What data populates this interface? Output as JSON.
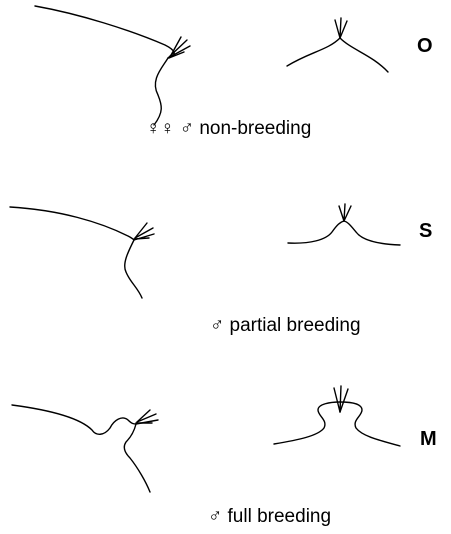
{
  "stages": [
    {
      "id": "O",
      "letter": "O",
      "caption_symbols": "♀♀ ♂",
      "caption_text": "non-breeding"
    },
    {
      "id": "S",
      "letter": "S",
      "caption_symbols": "♂",
      "caption_text": "partial breeding"
    },
    {
      "id": "M",
      "letter": "M",
      "caption_symbols": "♂",
      "caption_text": "full breeding"
    }
  ],
  "colors": {
    "line": "#000000",
    "background": "#ffffff"
  }
}
